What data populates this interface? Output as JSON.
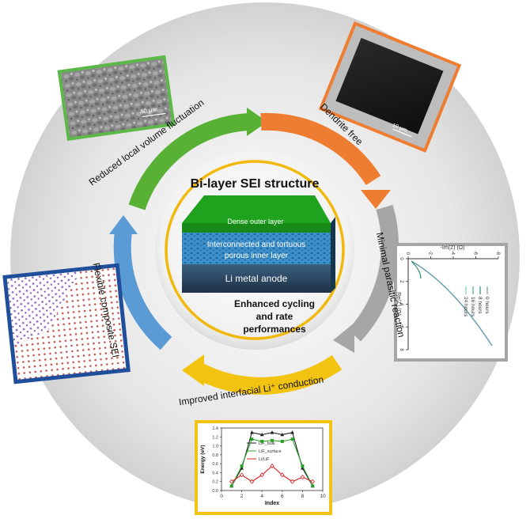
{
  "center": {
    "title": "Bi-layer SEI structure",
    "layers": {
      "outer": "Dense outer layer",
      "inner_line1": "Interconnected and tortuous",
      "inner_line2": "porous inner layer",
      "anode": "Li metal anode"
    },
    "performance": [
      "Enhanced cycling",
      "and rate",
      "performances"
    ]
  },
  "ring_labels": {
    "volume": "Reduced local volume fluctuation",
    "dendrite": "Dendrite free",
    "parasitic": "Minimal parasitic reaction",
    "conduction": "Improved interfacial Li⁺ conduction",
    "flexible": "Flexible composite SEI"
  },
  "sem_left": {
    "scale": "40 μm"
  },
  "sem_right": {
    "scale": "10 μm"
  },
  "colors": {
    "green": "#58b135",
    "orange": "#ee7d31",
    "gray": "#a6a6a6",
    "yellow": "#f3c311",
    "blue": "#5b9bd5",
    "navy": "#1f4e9a"
  },
  "impedance_plot": {
    "type": "line",
    "xlabel": "Re(Z) (Ω)",
    "ylabel": "-Im(Z) (Ω)",
    "x_ticks": [
      "0",
      "2",
      "4",
      "6",
      "8"
    ],
    "y_ticks": [
      "0",
      "-2",
      "-4",
      "-6",
      "-8"
    ],
    "legend": [
      "0 hours",
      "8 hours",
      "16 hours",
      "24 hours"
    ]
  },
  "chart_data": {
    "type": "line",
    "title": "",
    "xlabel": "Index",
    "ylabel": "Energy (eV)",
    "x_ticks": [
      0,
      2,
      4,
      6,
      8,
      10
    ],
    "y_ticks": [
      0.0,
      0.2,
      0.4,
      0.6,
      0.8,
      1.0,
      1.2,
      1.4
    ],
    "xlim": [
      0,
      10
    ],
    "ylim": [
      0,
      1.4
    ],
    "legend_position": "inside",
    "series": [
      {
        "name": "LiF_bulk",
        "color": "#222222",
        "marker": "triangle",
        "x": [
          1,
          2,
          3,
          4,
          5,
          6,
          7,
          8,
          9
        ],
        "values": [
          0.1,
          0.5,
          1.3,
          1.25,
          1.3,
          1.25,
          1.3,
          0.5,
          0.1
        ]
      },
      {
        "name": "LiF_surface",
        "color": "#2ca02c",
        "marker": "square",
        "x": [
          1,
          2,
          3,
          4,
          5,
          6,
          7,
          8,
          9
        ],
        "values": [
          0.1,
          0.55,
          1.15,
          1.1,
          1.12,
          1.1,
          1.15,
          0.55,
          0.1
        ]
      },
      {
        "name": "Li/LiF",
        "color": "#e02020",
        "marker": "diamond",
        "x": [
          1,
          2,
          3,
          4,
          5,
          6,
          7,
          8,
          9
        ],
        "values": [
          0.2,
          0.35,
          0.2,
          0.35,
          0.55,
          0.35,
          0.2,
          0.3,
          0.2
        ]
      }
    ]
  }
}
